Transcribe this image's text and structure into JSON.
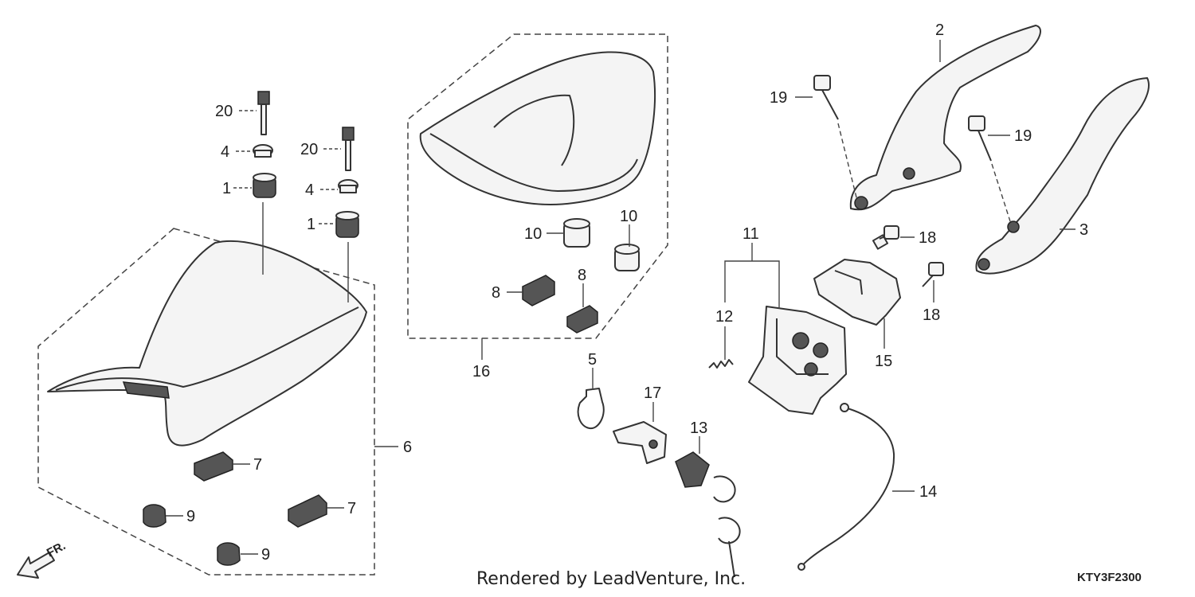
{
  "callouts": {
    "c1a": "1",
    "c1b": "1",
    "c2": "2",
    "c3": "3",
    "c4a": "4",
    "c4b": "4",
    "c5": "5",
    "c6": "6",
    "c7a": "7",
    "c7b": "7",
    "c8a": "8",
    "c8b": "8",
    "c9a": "9",
    "c9b": "9",
    "c10a": "10",
    "c10b": "10",
    "c11": "11",
    "c12": "12",
    "c13": "13",
    "c14": "14",
    "c15": "15",
    "c16": "16",
    "c17": "17",
    "c18a": "18",
    "c18b": "18",
    "c19a": "19",
    "c19b": "19",
    "c20a": "20",
    "c20b": "20"
  },
  "front_arrow_label": "FR.",
  "footer_credit": "Rendered by LeadVenture, Inc.",
  "diagram_code": "KTY3F2300"
}
